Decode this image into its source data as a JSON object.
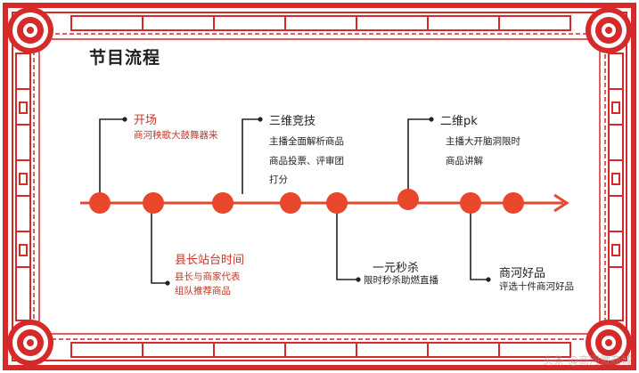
{
  "title": "节目流程",
  "colors": {
    "frame_red": "#d42a2a",
    "timeline_red": "#e8472b",
    "node_red": "#e8472b",
    "line_black": "#222222"
  },
  "milestones": [
    {
      "title": "开场",
      "lines": [
        "商河秧歌大鼓舞器来"
      ],
      "style": "red"
    },
    {
      "title": "三维竞技",
      "lines": [
        "主播全面解析商品",
        "商品投票、评审团",
        "打分"
      ],
      "style": "black"
    },
    {
      "title": "二维pk",
      "lines": [
        "主播大开脑洞限时",
        "商品讲解"
      ],
      "style": "black"
    },
    {
      "title": "县长站台时间",
      "lines": [
        "县长与商家代表",
        "组队推荐商品"
      ],
      "style": "red"
    },
    {
      "title": "一元秒杀",
      "lines": [
        "限时秒杀助燃直播"
      ],
      "style": "black"
    },
    {
      "title": "商河好品",
      "lines": [
        "评选十件商河好品"
      ],
      "style": "black"
    }
  ],
  "watermark": "头条 @商河微商城"
}
